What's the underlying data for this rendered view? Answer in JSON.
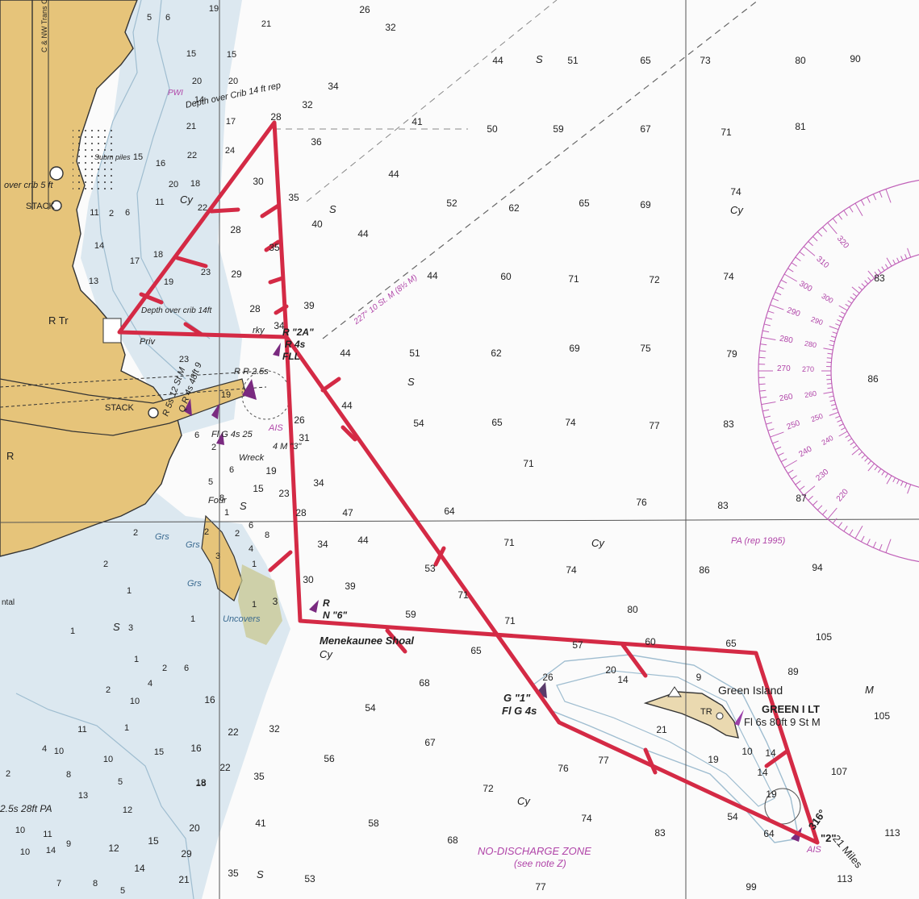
{
  "soundings": [
    [
      "26",
      452,
      12
    ],
    [
      "32",
      484,
      34
    ],
    [
      "44",
      617,
      75
    ],
    [
      "51",
      710,
      75
    ],
    [
      "65",
      800,
      75
    ],
    [
      "73",
      874,
      75
    ],
    [
      "80",
      992,
      75
    ],
    [
      "90",
      1060,
      73
    ],
    [
      "34",
      413,
      107
    ],
    [
      "32",
      381,
      130
    ],
    [
      "28",
      342,
      145
    ],
    [
      "41",
      517,
      151
    ],
    [
      "50",
      610,
      160
    ],
    [
      "59",
      692,
      160
    ],
    [
      "67",
      800,
      160
    ],
    [
      "71",
      900,
      164
    ],
    [
      "81",
      992,
      157
    ],
    [
      "36",
      392,
      176
    ],
    [
      "44",
      488,
      216
    ],
    [
      "52",
      560,
      252
    ],
    [
      "62",
      637,
      258
    ],
    [
      "65",
      724,
      252
    ],
    [
      "69",
      800,
      254
    ],
    [
      "74",
      912,
      238
    ],
    [
      "30",
      320,
      225
    ],
    [
      "35",
      364,
      245
    ],
    [
      "40",
      393,
      278
    ],
    [
      "44",
      450,
      290
    ],
    [
      "28",
      292,
      285
    ],
    [
      "35",
      340,
      307
    ],
    [
      "29",
      293,
      340
    ],
    [
      "44",
      536,
      342
    ],
    [
      "60",
      627,
      343
    ],
    [
      "71",
      711,
      346
    ],
    [
      "72",
      811,
      347
    ],
    [
      "74",
      903,
      343
    ],
    [
      "83",
      1090,
      345
    ],
    [
      "39",
      383,
      379
    ],
    [
      "28",
      316,
      383
    ],
    [
      "34",
      346,
      404
    ],
    [
      "44",
      428,
      438
    ],
    [
      "51",
      514,
      438
    ],
    [
      "62",
      615,
      438
    ],
    [
      "69",
      712,
      432
    ],
    [
      "75",
      800,
      432
    ],
    [
      "79",
      907,
      439
    ],
    [
      "86",
      1082,
      470
    ],
    [
      "44",
      430,
      503
    ],
    [
      "54",
      519,
      525
    ],
    [
      "65",
      616,
      524
    ],
    [
      "74",
      707,
      524
    ],
    [
      "77",
      811,
      528
    ],
    [
      "83",
      903,
      526
    ],
    [
      "71",
      655,
      575
    ],
    [
      "26",
      371,
      521
    ],
    [
      "31",
      377,
      543
    ],
    [
      "19",
      336,
      584
    ],
    [
      "34",
      395,
      599
    ],
    [
      "28",
      373,
      636
    ],
    [
      "47",
      431,
      636
    ],
    [
      "64",
      557,
      634
    ],
    [
      "76",
      795,
      623
    ],
    [
      "83",
      896,
      627
    ],
    [
      "87",
      993,
      618
    ],
    [
      "23",
      352,
      612
    ],
    [
      "15",
      320,
      606
    ],
    [
      "34",
      400,
      675
    ],
    [
      "44",
      450,
      670
    ],
    [
      "71",
      631,
      673
    ],
    [
      "74",
      708,
      707
    ],
    [
      "86",
      873,
      707
    ],
    [
      "94",
      1013,
      704
    ],
    [
      "53",
      533,
      705
    ],
    [
      "71",
      574,
      738
    ],
    [
      "30",
      382,
      719
    ],
    [
      "39",
      434,
      727
    ],
    [
      "3",
      341,
      746
    ],
    [
      "80",
      784,
      756
    ],
    [
      "59",
      509,
      762
    ],
    [
      "71",
      632,
      770
    ],
    [
      "65",
      906,
      798
    ],
    [
      "105",
      1021,
      790
    ],
    [
      "60",
      806,
      796
    ],
    [
      "57",
      716,
      800
    ],
    [
      "65",
      590,
      807
    ],
    [
      "89",
      983,
      833
    ],
    [
      "68",
      526,
      847
    ],
    [
      "20",
      757,
      831
    ],
    [
      "14",
      772,
      843
    ],
    [
      "9",
      866,
      840
    ],
    [
      "26",
      679,
      840
    ],
    [
      "54",
      459,
      878
    ],
    [
      "105",
      1093,
      888
    ],
    [
      "32",
      340,
      904
    ],
    [
      "21",
      820,
      905
    ],
    [
      "67",
      533,
      921
    ],
    [
      "16",
      260,
      868
    ],
    [
      "22",
      289,
      908
    ],
    [
      "16",
      243,
      928
    ],
    [
      "56",
      408,
      941
    ],
    [
      "76",
      698,
      953
    ],
    [
      "77",
      748,
      943
    ],
    [
      "19",
      884,
      942
    ],
    [
      "10",
      926,
      932
    ],
    [
      "14",
      955,
      934
    ],
    [
      "14",
      945,
      958
    ],
    [
      "107",
      1040,
      957
    ],
    [
      "35",
      321,
      963
    ],
    [
      "22",
      279,
      952
    ],
    [
      "18",
      249,
      971
    ],
    [
      "72",
      605,
      978
    ],
    [
      "19",
      956,
      985
    ],
    [
      "54",
      908,
      1013
    ],
    [
      "64",
      953,
      1034
    ],
    [
      "113",
      1106,
      1033
    ],
    [
      "41",
      323,
      1021
    ],
    [
      "58",
      463,
      1021
    ],
    [
      "74",
      727,
      1015
    ],
    [
      "83",
      818,
      1033
    ],
    [
      "68",
      561,
      1042
    ],
    [
      "20",
      241,
      1027
    ],
    [
      "29",
      231,
      1059
    ],
    [
      "35",
      289,
      1083
    ],
    [
      "53",
      384,
      1090
    ],
    [
      "77",
      670,
      1100
    ],
    [
      "99",
      931,
      1100
    ],
    [
      "113",
      1047,
      1090
    ],
    [
      "21",
      228,
      1091
    ],
    [
      "14",
      173,
      1077
    ],
    [
      "15",
      190,
      1043
    ],
    [
      "12",
      141,
      1052
    ]
  ],
  "shore_soundings": [
    [
      "5",
      185,
      22
    ],
    [
      "6",
      208,
      22
    ],
    [
      "19",
      265,
      11
    ],
    [
      "21",
      330,
      30
    ],
    [
      "15",
      237,
      67
    ],
    [
      "15",
      287,
      68
    ],
    [
      "20",
      244,
      101
    ],
    [
      "20",
      289,
      101
    ],
    [
      "14",
      247,
      124
    ],
    [
      "21",
      237,
      157
    ],
    [
      "17",
      286,
      151
    ],
    [
      "24",
      285,
      187
    ],
    [
      "15",
      171,
      195
    ],
    [
      "16",
      199,
      203
    ],
    [
      "22",
      238,
      193
    ],
    [
      "20",
      215,
      229
    ],
    [
      "18",
      242,
      228
    ],
    [
      "11",
      198,
      251
    ],
    [
      "22",
      251,
      258
    ],
    [
      "11",
      117,
      264
    ],
    [
      "2",
      138,
      265
    ],
    [
      "6",
      158,
      264
    ],
    [
      "14",
      123,
      305
    ],
    [
      "17",
      167,
      324
    ],
    [
      "18",
      196,
      316
    ],
    [
      "13",
      116,
      349
    ],
    [
      "19",
      209,
      350
    ],
    [
      "23",
      255,
      338
    ],
    [
      "23",
      228,
      446
    ],
    [
      "19",
      280,
      490
    ],
    [
      "6",
      244,
      540
    ],
    [
      "2",
      265,
      555
    ],
    [
      "5",
      261,
      598
    ],
    [
      "6",
      287,
      583
    ],
    [
      "8",
      275,
      618
    ],
    [
      "1",
      281,
      636
    ],
    [
      "6",
      311,
      652
    ],
    [
      "8",
      331,
      664
    ],
    [
      "2",
      168,
      661
    ],
    [
      "2",
      256,
      660
    ],
    [
      "2",
      294,
      662
    ],
    [
      "3",
      270,
      690
    ],
    [
      "4",
      311,
      681
    ],
    [
      "1",
      315,
      700
    ],
    [
      "1",
      315,
      750
    ],
    [
      "2",
      131,
      700
    ],
    [
      "1",
      160,
      733
    ],
    [
      "1",
      239,
      768
    ],
    [
      "1",
      90,
      783
    ],
    [
      "1",
      169,
      818
    ],
    [
      "2",
      204,
      829
    ],
    [
      "6",
      231,
      829
    ],
    [
      "3",
      162,
      779
    ],
    [
      "2",
      134,
      856
    ],
    [
      "10",
      167,
      870
    ],
    [
      "4",
      186,
      848
    ],
    [
      "1",
      157,
      903
    ],
    [
      "11",
      102,
      905
    ],
    [
      "4",
      55,
      929
    ],
    [
      "10",
      73,
      932
    ],
    [
      "10",
      134,
      942
    ],
    [
      "15",
      197,
      933
    ],
    [
      "8",
      85,
      961
    ],
    [
      "18",
      249,
      971
    ],
    [
      "2",
      10,
      960
    ],
    [
      "5",
      149,
      970
    ],
    [
      "12",
      158,
      1005
    ],
    [
      "13",
      103,
      987
    ],
    [
      "10",
      25,
      1030
    ],
    [
      "11",
      59,
      1035
    ],
    [
      "9",
      85,
      1047
    ],
    [
      "10",
      31,
      1057
    ],
    [
      "14",
      63,
      1055
    ],
    [
      "7",
      73,
      1096
    ],
    [
      "8",
      118,
      1096
    ],
    [
      "5",
      152,
      1105
    ]
  ],
  "labels": {
    "s1": "S",
    "s2": "S",
    "s3": "S",
    "s4": "S",
    "s5": "S",
    "s6": "S",
    "cy1": "Cy",
    "cy2": "Cy",
    "cy3": "Cy",
    "cy4": "Cy",
    "cy5": "Cy",
    "m1": "M",
    "stack1": "STACK",
    "stack2": "STACK",
    "rtr": "R Tr",
    "r_left": "R",
    "priv": "Priv",
    "pwi": "PWI",
    "subm_piles": "Subm piles",
    "depth_crib14": "Depth over Crib 14 ft rep",
    "depth_crib14b": "Depth over crib 14ft",
    "depth_crib5": "over crib 5 ft",
    "rky": "rky",
    "r2a": "R \"2A\"",
    "r4s": "R 4s",
    "fll": "FLL",
    "rr25": "R R 2.5s",
    "qr": "Q R 4s 48ft 9",
    "r5": "R 5s 12 St M",
    "fig4s25": "Fl G 4s 25",
    "wreck": "Wreck",
    "m3": "4 M \"3\"",
    "four": "Four",
    "grs1": "Grs",
    "grs2": "Grs",
    "grs3": "Grs",
    "uncovers": "Uncovers",
    "rbuoy": "R",
    "n6": "N \"6\"",
    "shoal": "Menekaunee Shoal",
    "g1": "G \"1\"",
    "flg4s": "Fl G 4s",
    "green_island": "Green Island",
    "green_lt": "GREEN I LT",
    "green_lt_char": "Fl 6s 80ft 9 St M",
    "tr": "TR",
    "pa_rep": "PA (rep 1995)",
    "ais1": "AIS",
    "ais2": "AIS",
    "b2": "\"2\"",
    "bearing": "316°",
    "miles": "21 Miles",
    "nd1": "NO-DISCHARGE ZONE",
    "nd2": "(see note Z)",
    "range_line": "227° 10 St. M (8½ M)",
    "left_lt": "2.5s 28ft PA",
    "rail": "C & NW Trans Co",
    "mural": "ntal",
    "compass": [
      "320",
      "310",
      "300",
      "290",
      "280",
      "270",
      "260",
      "250",
      "240",
      "230",
      "220"
    ],
    "compass_inner": [
      "300",
      "290",
      "280",
      "270",
      "260",
      "250",
      "240"
    ]
  },
  "colors": {
    "land": "#e6c47a",
    "water": "#fbfbfb",
    "shallow": "#dce8f0",
    "track": "#d42a45",
    "magenta": "#b044a8",
    "contour": "#9fbdd0",
    "grid": "#555555"
  }
}
